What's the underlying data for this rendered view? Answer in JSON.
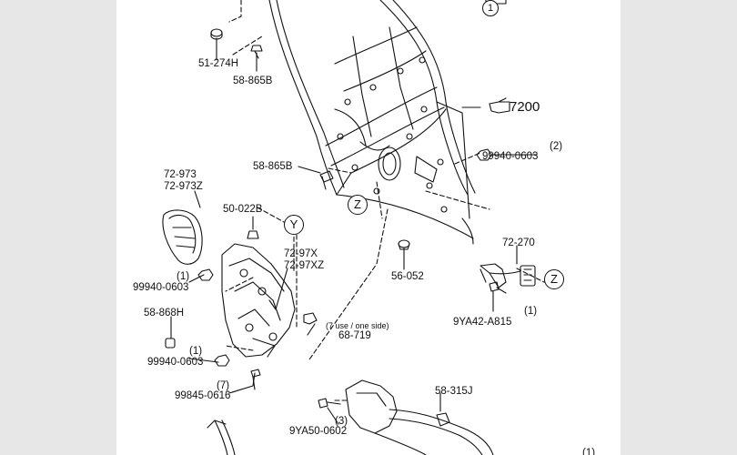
{
  "labels": {
    "p51_274H": "51-274H",
    "p58_865B_top": "58-865B",
    "p7200": "7200",
    "p58_865B_mid": "58-865B",
    "qty_2": "(2)",
    "p99940_0603_right": "99940-0603",
    "p72_973": "72-973",
    "p72_973Z": "72-973Z",
    "p50_022B": "50-022B",
    "p72_97X": "72-97X",
    "p72_97XZ": "72-97XZ",
    "p72_270": "72-270",
    "qty_1_a": "(1)",
    "p99940_0603_a": "99940-0603",
    "p56_052": "56-052",
    "qty_1_b": "(1)",
    "p9YA42_A815": "9YA42-A815",
    "p58_868H": "58-868H",
    "note_7use": "(7 use / one side)",
    "p68_719": "68-719",
    "qty_1_c": "(1)",
    "p99940_0603_b": "99940-0603",
    "qty_7": "(7)",
    "p99845_0616": "99845-0616",
    "p58_315J": "58-315J",
    "qty_3": "(3)",
    "p9YA50_0602": "9YA50-0602",
    "qty_1_edge": "(1)"
  },
  "callouts": {
    "one_top": "1",
    "z_center": "Z",
    "y_center": "Y",
    "z_right": "Z"
  },
  "icons": {
    "reference_arrow": "pointing-hand-arrow-icon"
  }
}
